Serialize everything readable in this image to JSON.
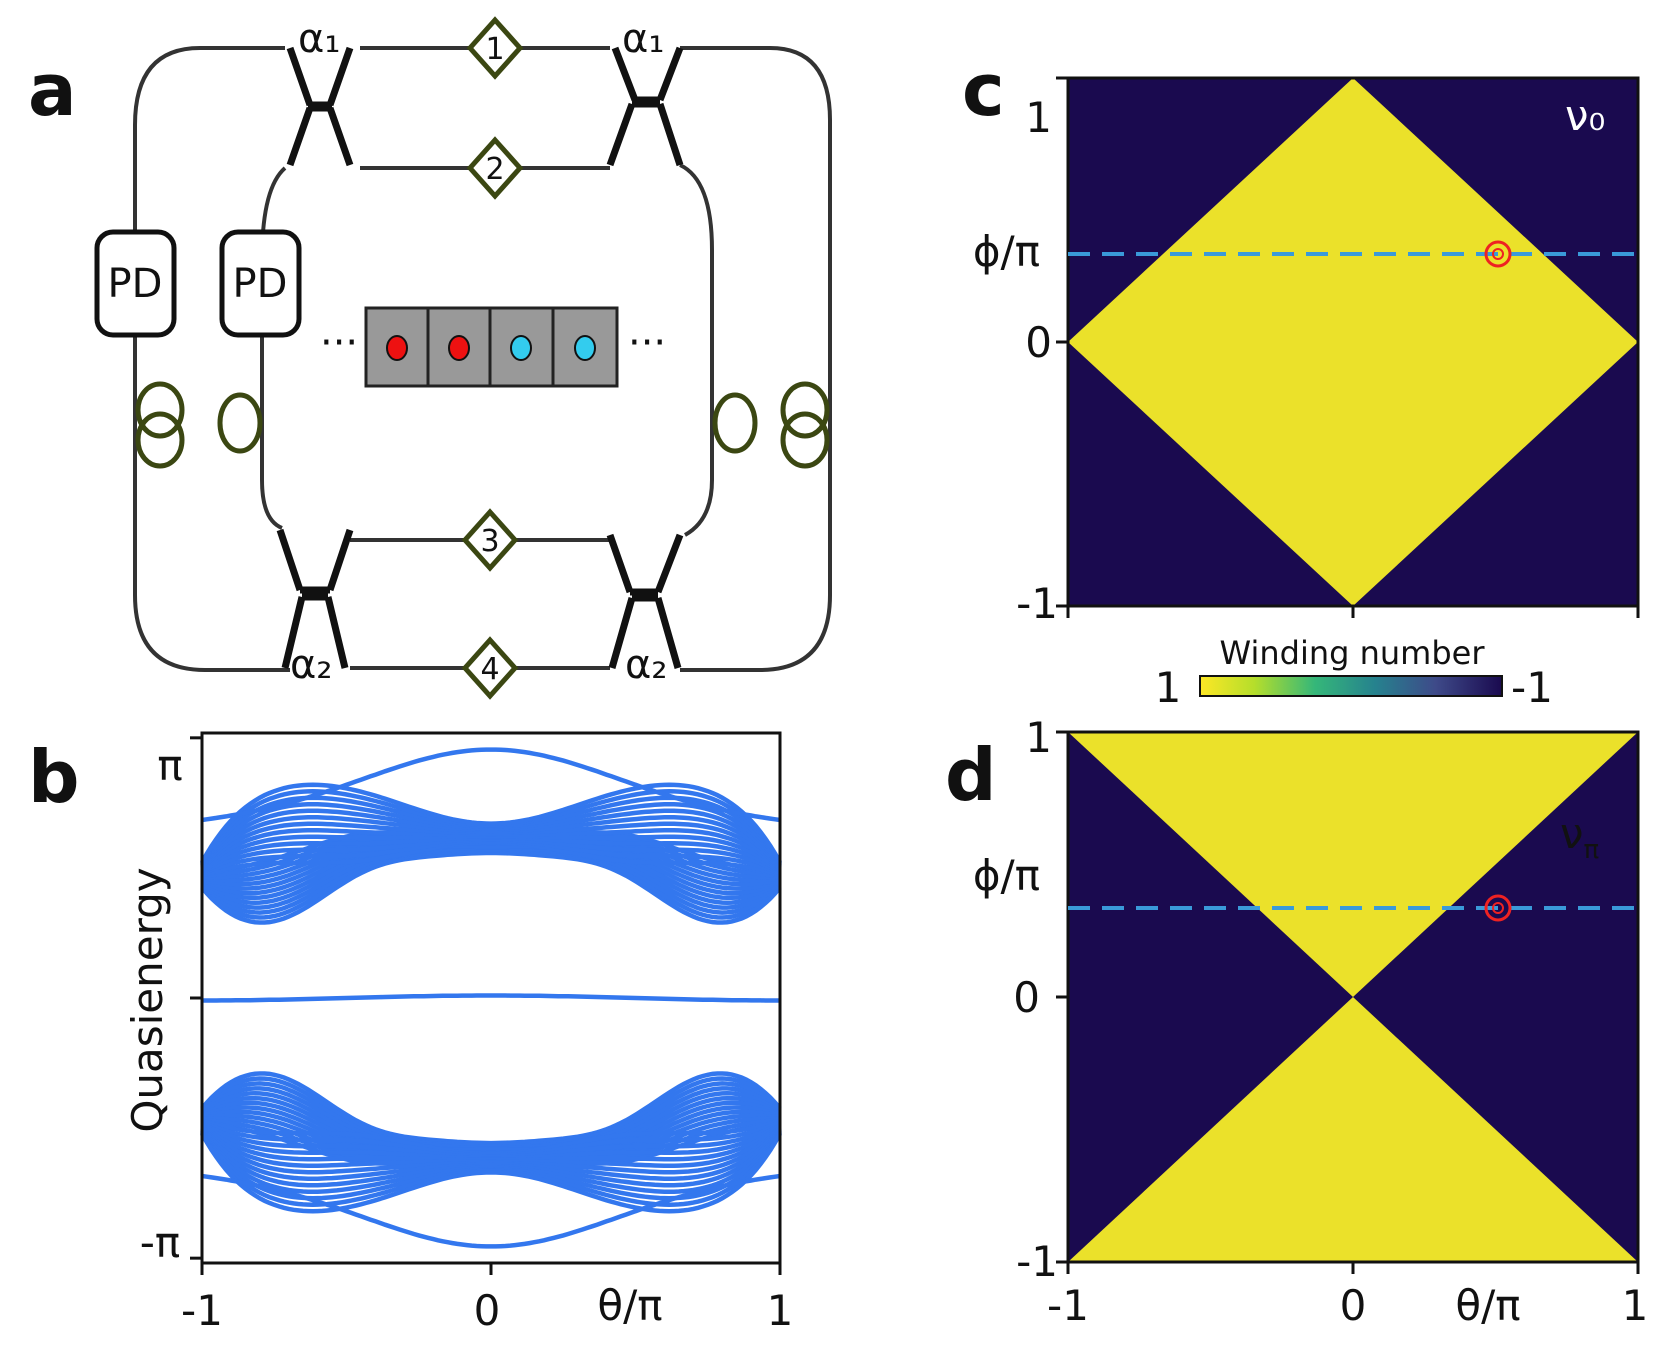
{
  "panels": {
    "a": "a",
    "b": "b",
    "c": "c",
    "d": "d"
  },
  "schematic": {
    "coupler_top": "α₁",
    "coupler_bottom": "α₂",
    "detector": "PD",
    "phase_labels": [
      "1",
      "2",
      "3",
      "4"
    ],
    "ellipsis": "···",
    "lattice_site_colors": [
      "#ee1111",
      "#ee1111",
      "#33ccee",
      "#33ccee"
    ]
  },
  "colors": {
    "band": "#3377ee",
    "yellow": "#ebe12a",
    "navy": "#1a0a4f",
    "dash": "#3a9ad9",
    "marker": "#ee2222",
    "ring": "#3b4712"
  },
  "chart_data": [
    {
      "type": "line",
      "panel": "b",
      "xlabel": "θ/π",
      "ylabel": "Quasienergy",
      "xlim": [
        -1,
        1
      ],
      "ylim": [
        -3.2,
        3.2
      ],
      "xticks": [
        "-1",
        "0",
        "1"
      ],
      "yticks": [
        "π",
        "",
        "-π"
      ],
      "description_series": "quasienergy bands vs θ"
    },
    {
      "type": "heatmap",
      "panel": "c",
      "label": "ν₀",
      "xlabel": "θ/π",
      "ylabel": "ϕ/π",
      "xlim": [
        -1,
        1
      ],
      "ylim": [
        -1,
        1
      ],
      "yticks": [
        "1",
        "0",
        "-1"
      ],
      "dashed_line_y": 0.33,
      "marker": {
        "x": 0.5,
        "y": 0.33
      }
    },
    {
      "type": "heatmap",
      "panel": "d",
      "label": "ν",
      "label_sub": "π",
      "xlabel": "θ/π",
      "ylabel": "ϕ/π",
      "xlim": [
        -1,
        1
      ],
      "ylim": [
        -1,
        1
      ],
      "xticks": [
        "-1",
        "0",
        "1"
      ],
      "yticks": [
        "1",
        "0",
        "-1"
      ],
      "dashed_line_y": 0.33,
      "marker": {
        "x": 0.5,
        "y": 0.33
      }
    }
  ],
  "colorbar": {
    "title": "Winding number",
    "min_label": "1",
    "max_label": "-1"
  }
}
